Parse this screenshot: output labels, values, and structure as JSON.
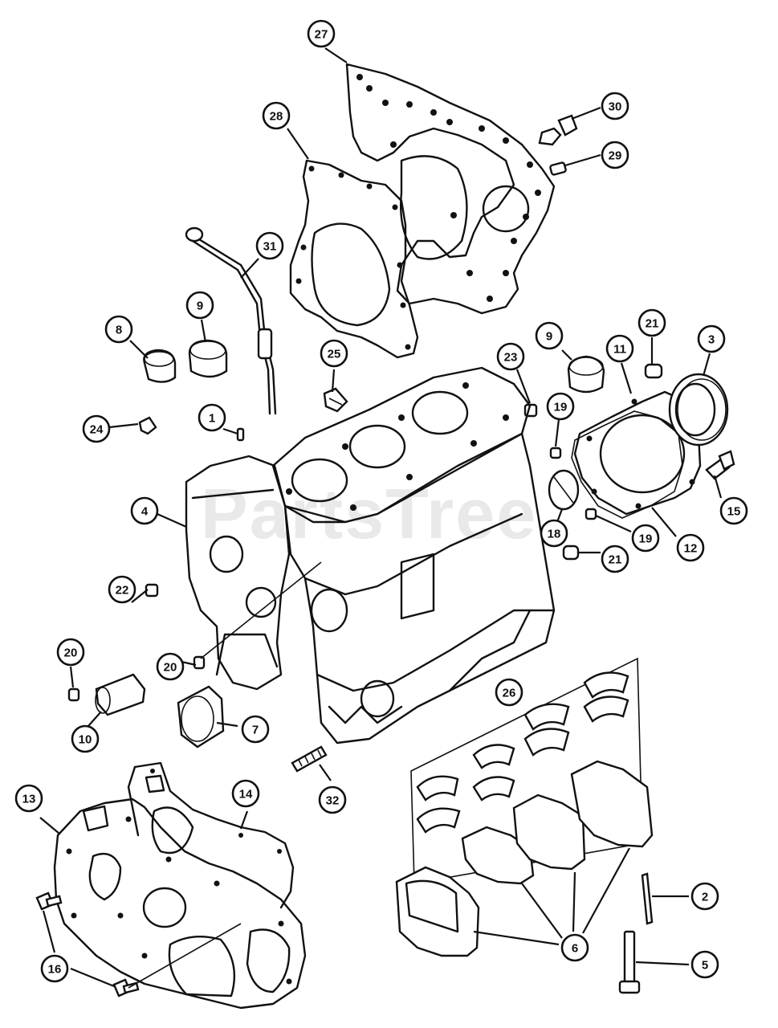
{
  "watermark": "PartsTree",
  "callouts": [
    {
      "label": "27"
    },
    {
      "label": "28"
    },
    {
      "label": "30"
    },
    {
      "label": "29"
    },
    {
      "label": "31"
    },
    {
      "label": "8"
    },
    {
      "label": "9"
    },
    {
      "label": "25"
    },
    {
      "label": "23"
    },
    {
      "label": "9"
    },
    {
      "label": "11"
    },
    {
      "label": "21"
    },
    {
      "label": "3"
    },
    {
      "label": "24"
    },
    {
      "label": "1"
    },
    {
      "label": "19"
    },
    {
      "label": "15"
    },
    {
      "label": "4"
    },
    {
      "label": "18"
    },
    {
      "label": "19"
    },
    {
      "label": "12"
    },
    {
      "label": "21"
    },
    {
      "label": "22"
    },
    {
      "label": "20"
    },
    {
      "label": "20"
    },
    {
      "label": "10"
    },
    {
      "label": "7"
    },
    {
      "label": "26"
    },
    {
      "label": "32"
    },
    {
      "label": "13"
    },
    {
      "label": "14"
    },
    {
      "label": "2"
    },
    {
      "label": "16"
    },
    {
      "label": "6"
    },
    {
      "label": "5"
    }
  ]
}
